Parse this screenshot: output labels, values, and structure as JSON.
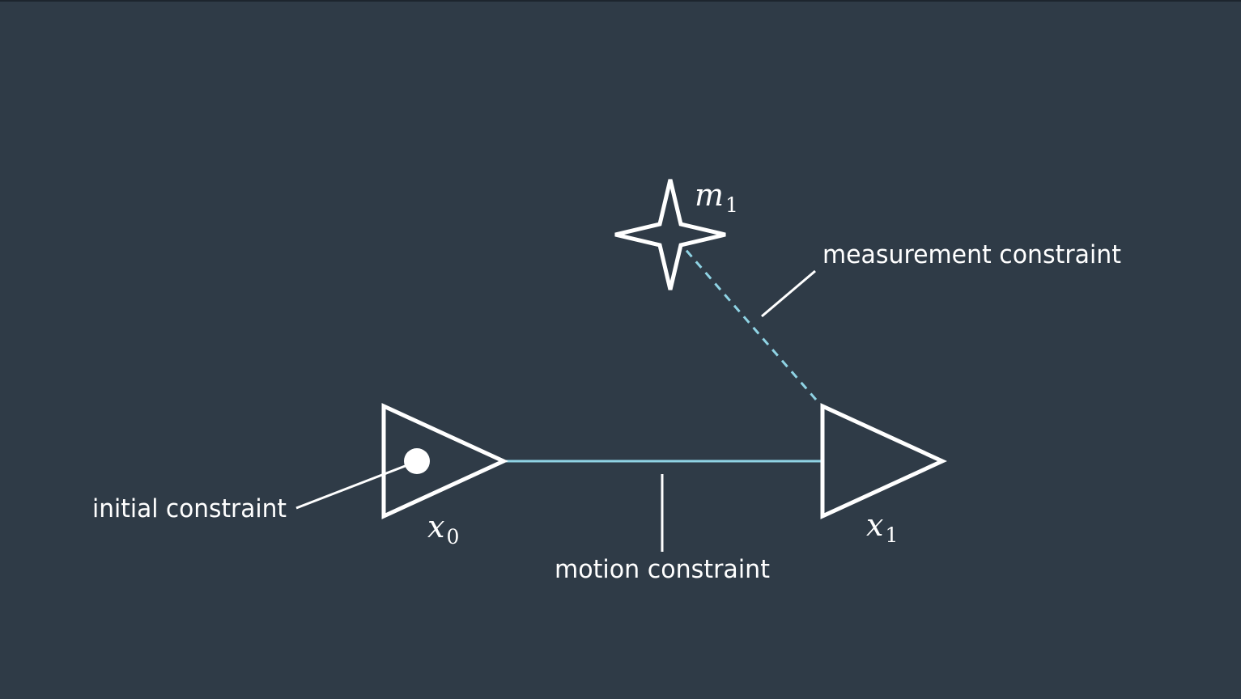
{
  "diagram": {
    "nodes": {
      "x0": {
        "symbol": "x",
        "subscript": "0"
      },
      "x1": {
        "symbol": "x",
        "subscript": "1"
      },
      "m1": {
        "symbol": "m",
        "subscript": "1"
      }
    },
    "labels": {
      "initial": "initial constraint",
      "motion": "motion constraint",
      "measurement": "measurement constraint"
    }
  },
  "colors": {
    "background": "#2f3b47",
    "foreground": "#ffffff",
    "constraint_line": "#8fd3e4"
  }
}
